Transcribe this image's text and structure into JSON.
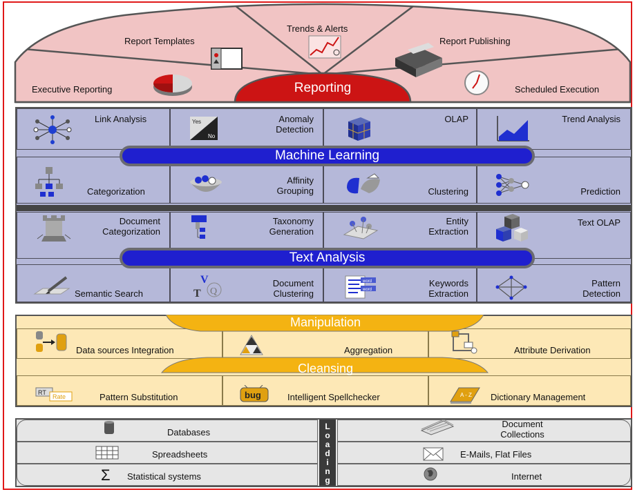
{
  "reporting": {
    "center": "Reporting",
    "sectors": [
      "Executive Reporting",
      "Report Templates",
      "Trends & Alerts",
      "Report Publishing",
      "Scheduled Execution"
    ],
    "colors": {
      "sector": "#f1c4c4",
      "center": "#cc1414"
    }
  },
  "machine_learning": {
    "title": "Machine Learning",
    "top": [
      {
        "label": "Link Analysis",
        "icon": "network-icon"
      },
      {
        "label": "Anomaly\nDetection",
        "icon": "yes-no-icon"
      },
      {
        "label": "OLAP",
        "icon": "cube-icon"
      },
      {
        "label": "Trend Analysis",
        "icon": "area-chart-icon"
      }
    ],
    "bottom": [
      {
        "label": "Categorization",
        "icon": "hierarchy-icon"
      },
      {
        "label": "Affinity\nGrouping",
        "icon": "bowl-icon"
      },
      {
        "label": "Clustering",
        "icon": "cluster-icon"
      },
      {
        "label": "Prediction",
        "icon": "neural-net-icon"
      }
    ]
  },
  "text_analysis": {
    "title": "Text Analysis",
    "top": [
      {
        "label": "Document\nCategorization",
        "icon": "chess-rook-icon"
      },
      {
        "label": "Taxonomy\nGeneration",
        "icon": "taxonomy-icon"
      },
      {
        "label": "Entity\nExtraction",
        "icon": "entity-icon"
      },
      {
        "label": "Text OLAP",
        "icon": "blocks-icon"
      }
    ],
    "bottom": [
      {
        "label": "Semantic Search",
        "icon": "pen-icon"
      },
      {
        "label": "Document\nClustering",
        "icon": "vtq-icon"
      },
      {
        "label": "Keywords\nExtraction",
        "icon": "keyword-doc-icon"
      },
      {
        "label": "Pattern\nDetection",
        "icon": "pattern-icon"
      }
    ]
  },
  "preparation": {
    "manipulation": "Manipulation",
    "cleansing": "Cleansing",
    "top": [
      {
        "label": "Data sources Integration",
        "icon": "db-arrow-icon"
      },
      {
        "label": "Aggregation",
        "icon": "triangle-icon"
      },
      {
        "label": "Attribute Derivation",
        "icon": "pipe-icon"
      }
    ],
    "bottom": [
      {
        "label": "Pattern Substitution",
        "icon": "rt-rate-icon",
        "icon_text": [
          "RT",
          "Rate"
        ]
      },
      {
        "label": "Intelligent Spellchecker",
        "icon": "bug-icon",
        "icon_text": [
          "bug"
        ]
      },
      {
        "label": "Dictionary Management",
        "icon": "book-icon",
        "icon_text": [
          "A - Z"
        ]
      }
    ]
  },
  "loading": {
    "title": "Loading",
    "left": [
      {
        "label": "Databases",
        "icon": "database-icon"
      },
      {
        "label": "Spreadsheets",
        "icon": "spreadsheet-icon"
      },
      {
        "label": "Statistical systems",
        "icon": "sigma-icon"
      }
    ],
    "right": [
      {
        "label": "Document\nCollections",
        "icon": "documents-icon"
      },
      {
        "label": "E-Mails, Flat Files",
        "icon": "envelope-icon"
      },
      {
        "label": "Internet",
        "icon": "globe-icon"
      }
    ]
  },
  "misc": {
    "yes": "Yes",
    "no": "No",
    "word": "word",
    "vtq": [
      "V",
      "T",
      "Q"
    ]
  }
}
